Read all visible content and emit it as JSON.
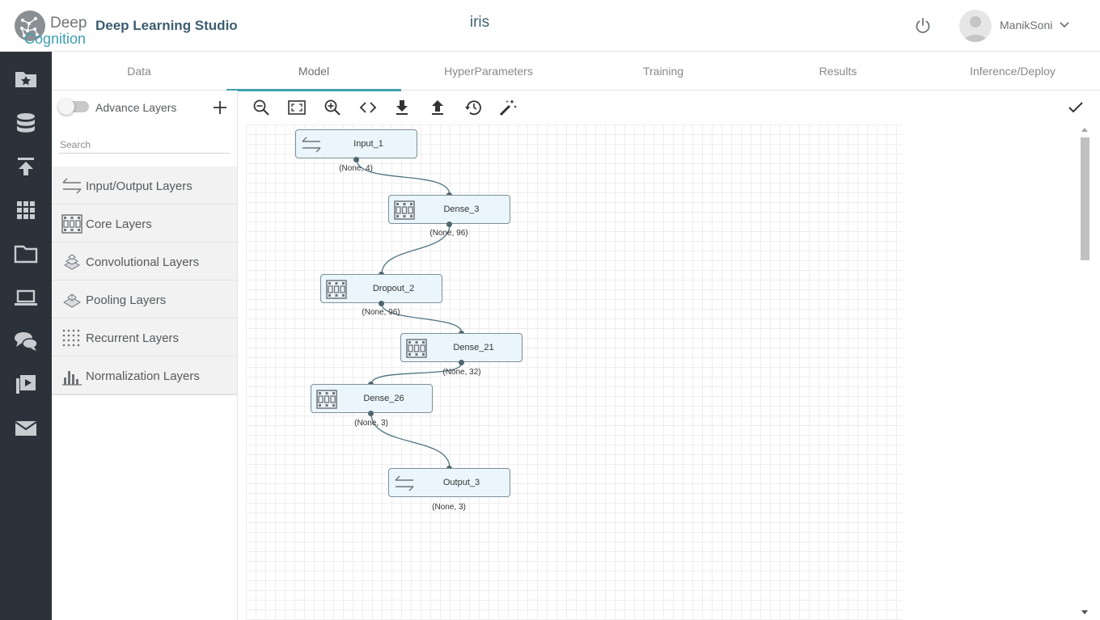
{
  "header": {
    "logo_top": "Deep",
    "logo_bottom": "Cognition",
    "studio_name": "Deep Learning Studio",
    "project_name": "iris",
    "username": "ManikSoni"
  },
  "rail": {
    "items": [
      {
        "icon": "star-folder-icon"
      },
      {
        "icon": "database-icon"
      },
      {
        "icon": "upload-icon"
      },
      {
        "icon": "grid-apps-icon"
      },
      {
        "icon": "folder-icon"
      },
      {
        "icon": "laptop-icon"
      },
      {
        "icon": "chat-icon"
      },
      {
        "icon": "video-library-icon"
      },
      {
        "icon": "mail-icon"
      }
    ]
  },
  "tabs": [
    {
      "label": "Data"
    },
    {
      "label": "Model",
      "active": true
    },
    {
      "label": "HyperParameters"
    },
    {
      "label": "Training"
    },
    {
      "label": "Results"
    },
    {
      "label": "Inference/Deploy"
    }
  ],
  "panel": {
    "advance_layers_label": "Advance Layers",
    "advance_layers_on": false,
    "search_placeholder": "Search",
    "search_value": "",
    "layer_groups": [
      {
        "label": "Input/Output Layers",
        "icon": "arrows-swap-icon"
      },
      {
        "label": "Core Layers",
        "icon": "film-strip-icon"
      },
      {
        "label": "Convolutional Layers",
        "icon": "stacked-planes-icon"
      },
      {
        "label": "Pooling Layers",
        "icon": "pooling-planes-icon"
      },
      {
        "label": "Recurrent Layers",
        "icon": "dot-grid-icon"
      },
      {
        "label": "Normalization Layers",
        "icon": "bar-chart-icon"
      }
    ]
  },
  "toolbar": {
    "tools": [
      {
        "name": "zoom-out-button",
        "icon": "zoom-out-icon"
      },
      {
        "name": "fit-screen-button",
        "icon": "fit-screen-icon"
      },
      {
        "name": "zoom-in-button",
        "icon": "zoom-in-icon"
      },
      {
        "name": "code-view-button",
        "icon": "code-icon"
      },
      {
        "name": "download-button",
        "icon": "download-icon"
      },
      {
        "name": "upload-model-button",
        "icon": "upload-icon"
      },
      {
        "name": "history-button",
        "icon": "history-icon"
      },
      {
        "name": "auto-layout-button",
        "icon": "magic-wand-icon"
      }
    ],
    "confirm_icon": "check-icon"
  },
  "model": {
    "nodes": [
      {
        "id": "input_1",
        "label": "Input_1",
        "shape": "(None, 4)",
        "icon": "arrows-swap-icon"
      },
      {
        "id": "dense_3",
        "label": "Dense_3",
        "shape": "(None, 96)",
        "icon": "film-strip-icon"
      },
      {
        "id": "dropout_2",
        "label": "Dropout_2",
        "shape": "(None, 96)",
        "icon": "film-strip-icon"
      },
      {
        "id": "dense_21",
        "label": "Dense_21",
        "shape": "(None, 32)",
        "icon": "film-strip-icon"
      },
      {
        "id": "dense_26",
        "label": "Dense_26",
        "shape": "(None, 3)",
        "icon": "film-strip-icon"
      },
      {
        "id": "output_3",
        "label": "Output_3",
        "shape": "(None, 3)",
        "icon": "arrows-swap-icon"
      }
    ],
    "edges": [
      [
        "input_1",
        "dense_3"
      ],
      [
        "dense_3",
        "dropout_2"
      ],
      [
        "dropout_2",
        "dense_21"
      ],
      [
        "dense_21",
        "dense_26"
      ],
      [
        "dense_26",
        "output_3"
      ]
    ]
  }
}
